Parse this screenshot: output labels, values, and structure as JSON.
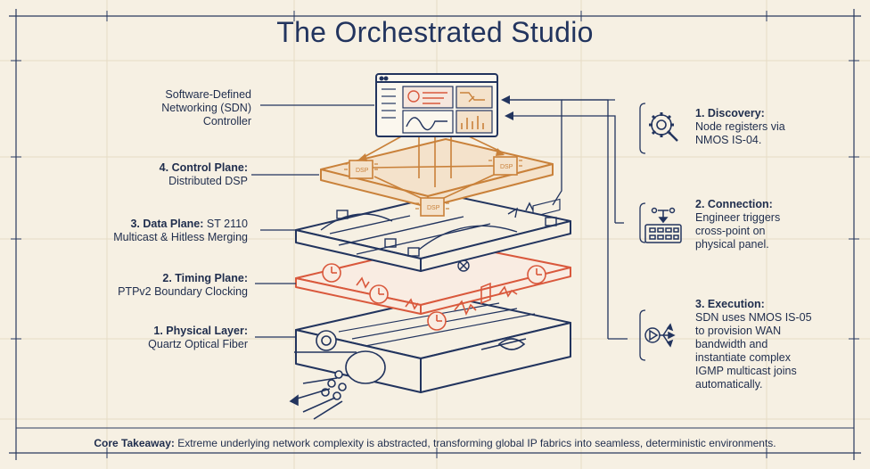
{
  "title": "The Orchestrated Studio",
  "controller_label": [
    "Software-Defined",
    "Networking (SDN)",
    "Controller"
  ],
  "layers": {
    "control": {
      "heading": "4. Control Plane:",
      "text": [
        "Distributed DSP"
      ]
    },
    "data": {
      "heading": "3. Data Plane:",
      "heading_suffix": " ST 2110",
      "text": [
        "Multicast & Hitless Merging"
      ]
    },
    "timing": {
      "heading": "2. Timing Plane:",
      "text": [
        "PTPv2 Boundary Clocking"
      ]
    },
    "physical": {
      "heading": "1. Physical Layer:",
      "text": [
        "Quartz Optical Fiber"
      ]
    }
  },
  "dsp_label": "DSP",
  "steps": [
    {
      "heading": "1. Discovery:",
      "text": [
        "Node registers via",
        "NMOS IS-04."
      ],
      "icon": "gear-search-icon"
    },
    {
      "heading": "2. Connection:",
      "text": [
        "Engineer triggers",
        "cross-point on",
        "physical panel."
      ],
      "icon": "control-panel-icon"
    },
    {
      "heading": "3. Execution:",
      "text": [
        "SDN uses NMOS IS-05",
        "to provision WAN",
        "bandwidth and",
        "instantiate complex",
        "IGMP multicast joins",
        "automatically."
      ],
      "icon": "play-branch-icon"
    }
  ],
  "footer": {
    "label": "Core Takeaway:",
    "text": " Extreme underlying network complexity is abstracted, transforming global IP fabrics into seamless, deterministic environments."
  },
  "colors": {
    "navy": "#22345e",
    "orange": "#c9813a",
    "red": "#d9583c",
    "background": "#f6f0e3",
    "grid": "#e6dcc6"
  }
}
